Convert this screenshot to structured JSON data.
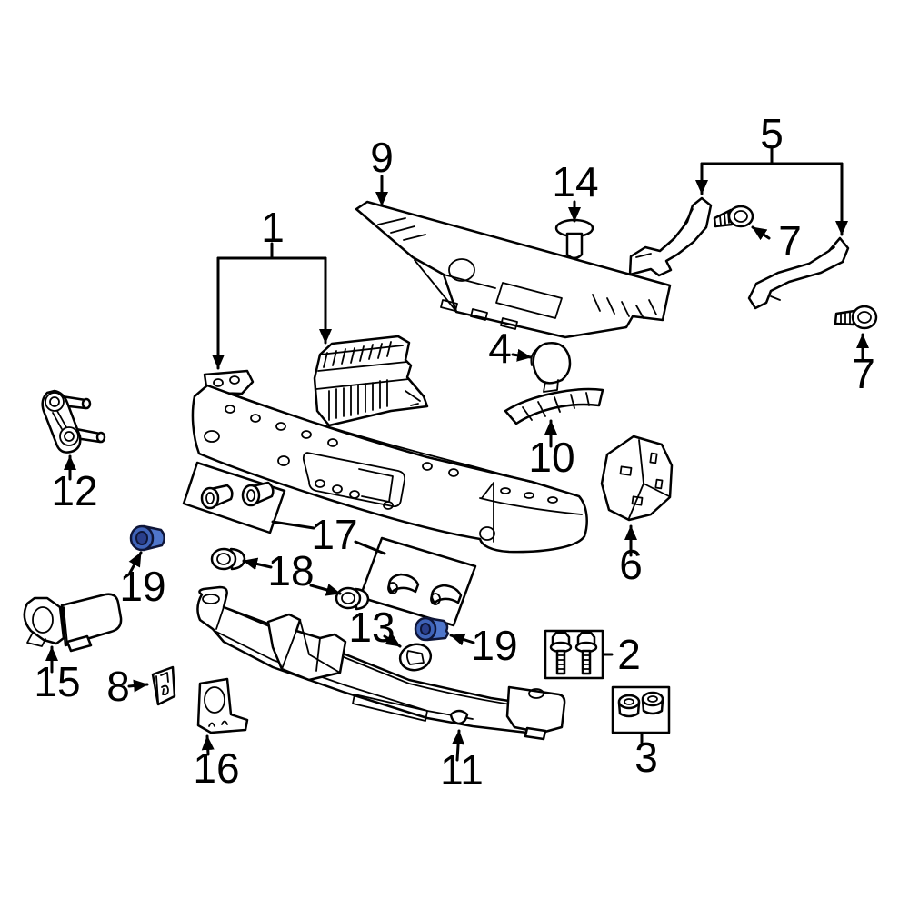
{
  "diagram": {
    "type": "exploded-parts-diagram",
    "background": "#ffffff",
    "line_color": "#000000",
    "highlight_color": "#4f76cb",
    "highlight_ring_color": "#3f63b8",
    "highlight_hole_color": "#2a3f8c",
    "highlight_outline_color": "#0e1538",
    "callouts": [
      {
        "label": "1",
        "highlighted": false
      },
      {
        "label": "9",
        "highlighted": false
      },
      {
        "label": "14",
        "highlighted": false
      },
      {
        "label": "5",
        "highlighted": false
      },
      {
        "label": "7",
        "highlighted": false
      },
      {
        "label": "7",
        "highlighted": false
      },
      {
        "label": "4",
        "highlighted": false
      },
      {
        "label": "10",
        "highlighted": false
      },
      {
        "label": "12",
        "highlighted": false
      },
      {
        "label": "6",
        "highlighted": false
      },
      {
        "label": "17",
        "highlighted": false
      },
      {
        "label": "18",
        "highlighted": false
      },
      {
        "label": "19",
        "highlighted": true
      },
      {
        "label": "19",
        "highlighted": true
      },
      {
        "label": "15",
        "highlighted": false
      },
      {
        "label": "8",
        "highlighted": false
      },
      {
        "label": "13",
        "highlighted": false
      },
      {
        "label": "2",
        "highlighted": false
      },
      {
        "label": "3",
        "highlighted": false
      },
      {
        "label": "16",
        "highlighted": false
      },
      {
        "label": "11",
        "highlighted": false
      }
    ]
  }
}
